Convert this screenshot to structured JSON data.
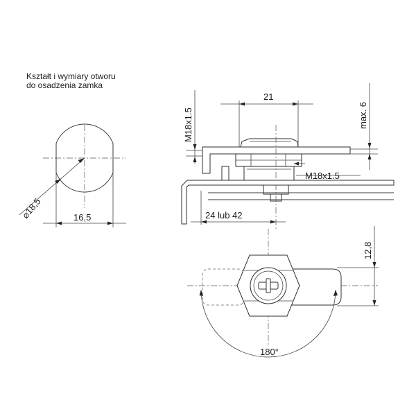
{
  "note": {
    "line1": "Kształt i wymiary otworu",
    "line2": "do osadzenia zamka"
  },
  "dimensions": {
    "hole_diameter": "⌀18,5",
    "hole_flat": "16,5",
    "nut_width": "21",
    "thread_left": "M18x1.5",
    "thread_right": "M18x1.5",
    "max_thickness": "max. 6",
    "cam_offset": "24 lub 42",
    "cam_height": "12,8",
    "rotation": "180°"
  }
}
